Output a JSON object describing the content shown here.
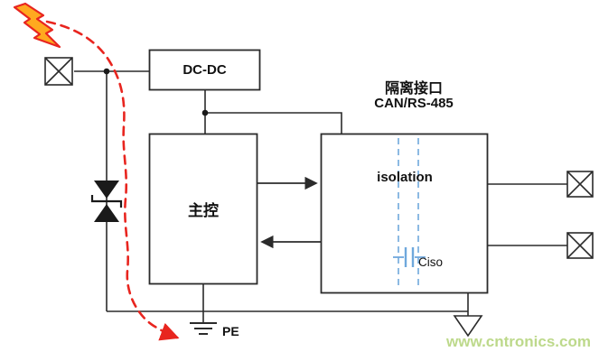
{
  "diagram": {
    "blocks": {
      "dcdc": "DC-DC",
      "main_controller": "主控",
      "isolation": "isolation"
    },
    "headers": {
      "interface_title": "隔离接口",
      "interface_subtitle": "CAN/RS-485"
    },
    "labels": {
      "capacitor": "Ciso",
      "ground": "PE"
    },
    "watermark": "www.cntronics.com",
    "colors": {
      "wire": "#2b2b2b",
      "surge_path": "#e8251f",
      "lightning_fill": "#ffa91f",
      "isolation_barrier": "#6fa8dc",
      "watermark": "#bdd98b"
    },
    "icons": {
      "lightning": "lightning-icon",
      "left_connector": "connector-icon",
      "right_connectors": "connector-icon",
      "tvs": "tvs-diode-icon",
      "pe_ground": "earth-ground-icon",
      "chassis_ground": "chassis-ground-icon",
      "capacitor": "capacitor-icon"
    }
  }
}
